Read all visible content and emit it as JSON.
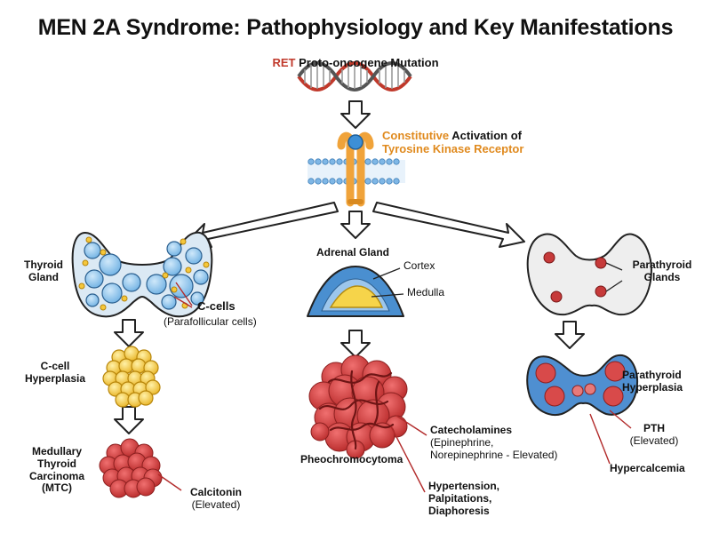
{
  "title": "MEN 2A Syndrome: Pathophysiology and Key Manifestations",
  "mutation": {
    "gene": "RET",
    "rest": "Proto-oncogene Mutation"
  },
  "activation": {
    "line1_highlight": "Constitutive",
    "line1_rest": "Activation of",
    "line2": "Tyrosine Kinase Receptor"
  },
  "thyroid": {
    "gland_label": [
      "Thyroid",
      "Gland"
    ],
    "ccells_label": "C-cells",
    "ccells_sub": "(Parafollicular cells)",
    "hyperplasia_label": [
      "C-cell",
      "Hyperplasia"
    ],
    "mtc_label": [
      "Medullary",
      "Thyroid",
      "Carcinoma",
      "(MTC)"
    ],
    "marker_label": "Calcitonin",
    "marker_sub": "(Elevated)"
  },
  "adrenal": {
    "gland_label": "Adrenal Gland",
    "cortex_label": "Cortex",
    "medulla_label": "Medulla",
    "tumor_label": "Pheochromocytoma",
    "hormones_label": "Catecholamines",
    "hormones_sub": [
      "(Epinephrine,",
      "Norepinephrine - Elevated)"
    ],
    "symptoms_label": [
      "Hypertension,",
      "Palpitations,",
      "Diaphoresis"
    ]
  },
  "parathyroid": {
    "gland_label": [
      "Parathyroid",
      "Glands"
    ],
    "hyperplasia_label": [
      "Parathyroid",
      "Hyperplasia"
    ],
    "hormone_label": "PTH",
    "hormone_sub": "(Elevated)",
    "effect_label": "Hypercalcemia"
  },
  "colors": {
    "dna_red": "#c0392b",
    "receptor_orange": "#f0a33a",
    "receptor_blue": "#3d8fd6",
    "cell_blue": "#8ec5ec",
    "ccell_yellow": "#f5c73b",
    "tumor_red": "#d23b3b",
    "cortex_blue": "#4a8fd0",
    "medulla_yellow": "#f6d44a",
    "parathyroid_gray": "#eeeeee",
    "leader_red": "#b22a2a"
  }
}
